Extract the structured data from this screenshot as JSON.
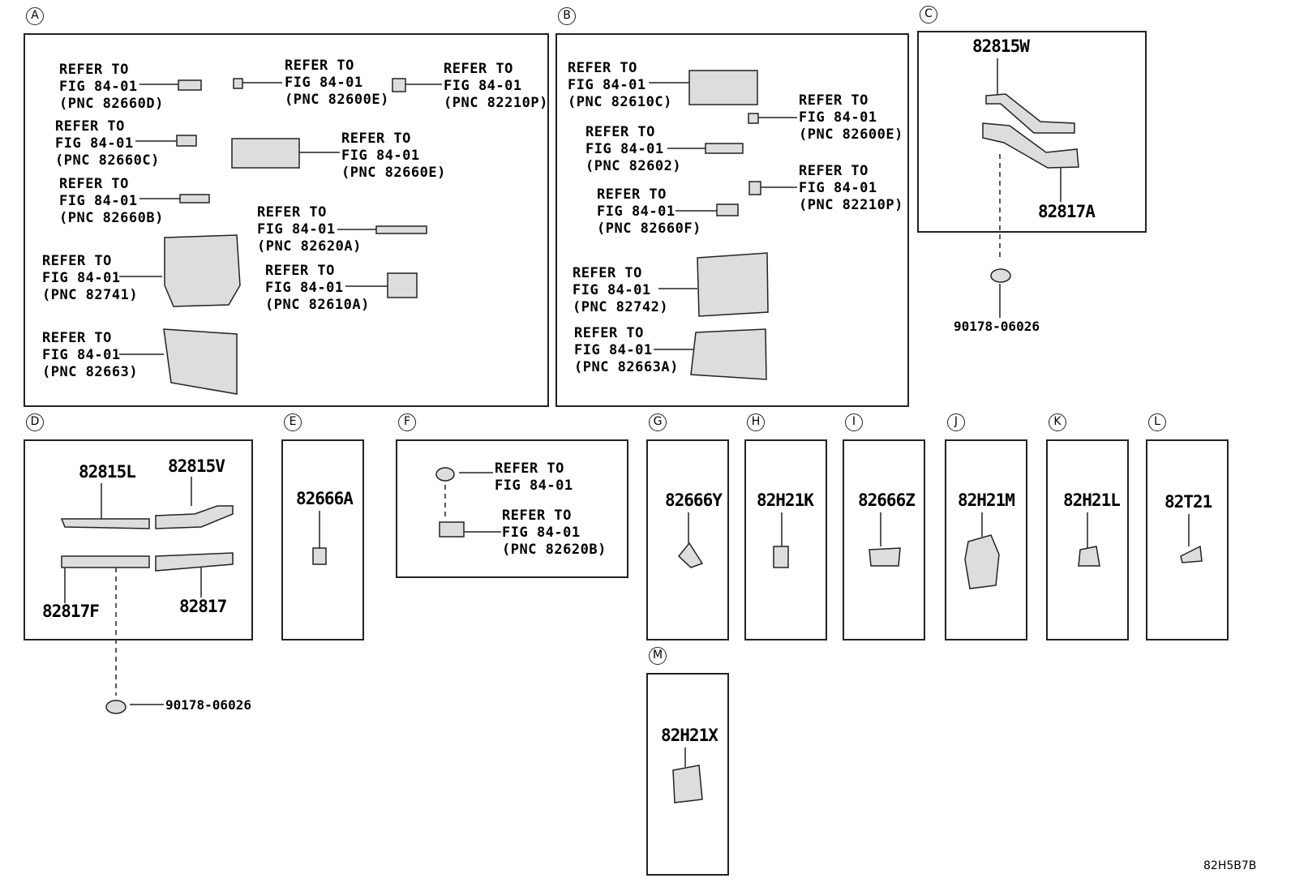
{
  "panels": {
    "A": {
      "letter": "A",
      "refs": [
        {
          "line1": "REFER TO",
          "line2": "FIG 84-01",
          "line3": "(PNC 82660D)"
        },
        {
          "line1": "REFER TO",
          "line2": "FIG 84-01",
          "line3": "(PNC 82600E)"
        },
        {
          "line1": "REFER TO",
          "line2": "FIG 84-01",
          "line3": "(PNC 82210P)"
        },
        {
          "line1": "REFER TO",
          "line2": "FIG 84-01",
          "line3": "(PNC 82660C)"
        },
        {
          "line1": "REFER TO",
          "line2": "FIG 84-01",
          "line3": "(PNC 82660E)"
        },
        {
          "line1": "REFER TO",
          "line2": "FIG 84-01",
          "line3": "(PNC 82660B)"
        },
        {
          "line1": "REFER TO",
          "line2": "FIG 84-01",
          "line3": "(PNC 82620A)"
        },
        {
          "line1": "REFER TO",
          "line2": "FIG 84-01",
          "line3": "(PNC 82741)"
        },
        {
          "line1": "REFER TO",
          "line2": "FIG 84-01",
          "line3": "(PNC 82610A)"
        },
        {
          "line1": "REFER TO",
          "line2": "FIG 84-01",
          "line3": "(PNC 82663)"
        }
      ]
    },
    "B": {
      "letter": "B",
      "refs": [
        {
          "line1": "REFER TO",
          "line2": "FIG 84-01",
          "line3": "(PNC 82610C)"
        },
        {
          "line1": "REFER TO",
          "line2": "FIG 84-01",
          "line3": "(PNC 82600E)"
        },
        {
          "line1": "REFER TO",
          "line2": "FIG 84-01",
          "line3": "(PNC 82602)"
        },
        {
          "line1": "REFER TO",
          "line2": "FIG 84-01",
          "line3": "(PNC 82210P)"
        },
        {
          "line1": "REFER TO",
          "line2": "FIG 84-01",
          "line3": "(PNC 82660F)"
        },
        {
          "line1": "REFER TO",
          "line2": "FIG 84-01",
          "line3": "(PNC 82742)"
        },
        {
          "line1": "REFER TO",
          "line2": "FIG 84-01",
          "line3": "(PNC 82663A)"
        }
      ]
    },
    "C": {
      "letter": "C",
      "part_top": "82815W",
      "part_bottom": "82817A",
      "clip": "90178-06026"
    },
    "D": {
      "letter": "D",
      "part_1": "82815L",
      "part_2": "82815V",
      "part_3": "82817F",
      "part_4": "82817",
      "clip": "90178-06026"
    },
    "E": {
      "letter": "E",
      "part": "82666A"
    },
    "F": {
      "letter": "F",
      "ref1": {
        "line1": "REFER TO",
        "line2": "FIG 84-01"
      },
      "ref2": {
        "line1": "REFER TO",
        "line2": "FIG 84-01",
        "line3": "(PNC 82620B)"
      }
    },
    "G": {
      "letter": "G",
      "part": "82666Y"
    },
    "H": {
      "letter": "H",
      "part": "82H21K"
    },
    "I": {
      "letter": "I",
      "part": "82666Z"
    },
    "J": {
      "letter": "J",
      "part": "82H21M"
    },
    "K": {
      "letter": "K",
      "part": "82H21L"
    },
    "L": {
      "letter": "L",
      "part": "82T21"
    },
    "M": {
      "letter": "M",
      "part": "82H21X"
    }
  },
  "diagram_code": "82H5B7B"
}
